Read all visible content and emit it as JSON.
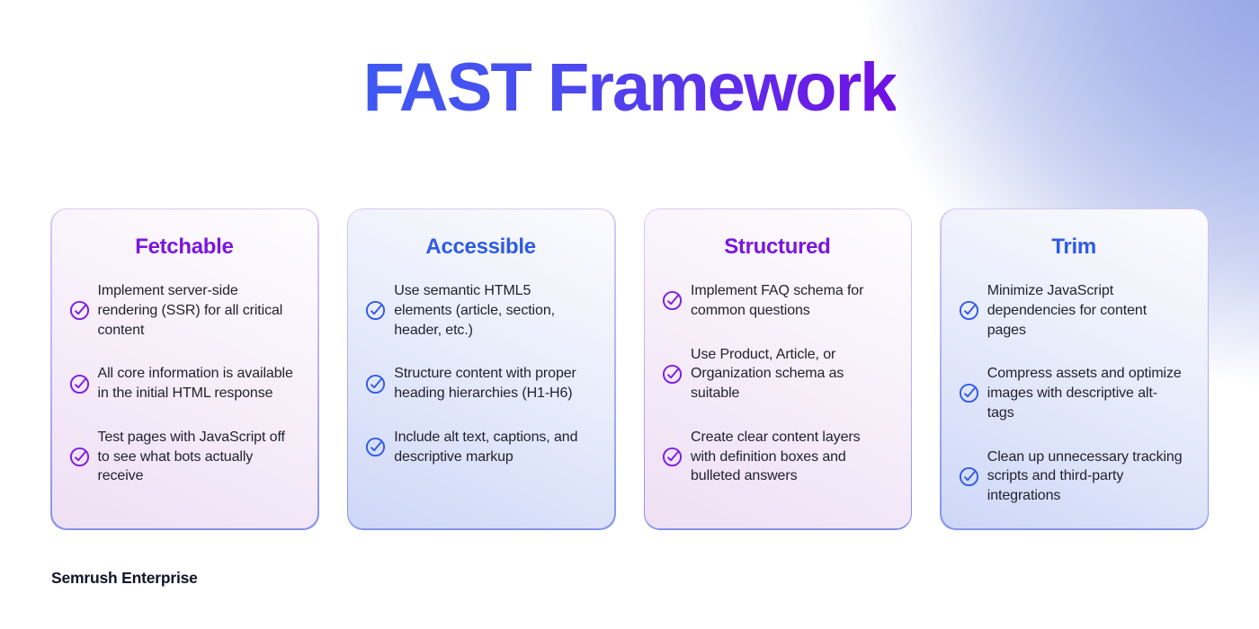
{
  "page": {
    "title": "FAST Framework",
    "footer": "Semrush Enterprise",
    "colors": {
      "title_gradient_start": "#3E59F2",
      "title_gradient_end": "#7110E4",
      "purple_accent": "#7A16DE",
      "blue_accent": "#2E5BE6",
      "purple_check": "#7C19E8",
      "blue_check": "#3059E8",
      "body_text": "#201F2E",
      "background_corner_blue": "#91A3E5"
    }
  },
  "icons": {
    "check": "check-circle-icon"
  },
  "cards": [
    {
      "title": "Fetchable",
      "theme": "purple",
      "items": [
        "Implement server-side rendering (SSR) for all critical content",
        "All core information is available in the initial HTML response",
        "Test pages with JavaScript off to see what bots actually receive"
      ]
    },
    {
      "title": "Accessible",
      "theme": "blue",
      "items": [
        "Use semantic HTML5 elements (article, section, header, etc.)",
        "Structure content with proper heading hierarchies (H1-H6)",
        "Include alt text, captions, and descriptive markup"
      ]
    },
    {
      "title": "Structured",
      "theme": "purple",
      "items": [
        "Implement FAQ schema for common questions",
        "Use Product, Article, or Organization schema as suitable",
        "Create clear content layers with definition boxes and bulleted answers"
      ]
    },
    {
      "title": "Trim",
      "theme": "blue",
      "items": [
        "Minimize JavaScript dependencies for content pages",
        "Compress assets and optimize images with descriptive alt-tags",
        "Clean up unnecessary tracking scripts and third-party integrations"
      ]
    }
  ]
}
